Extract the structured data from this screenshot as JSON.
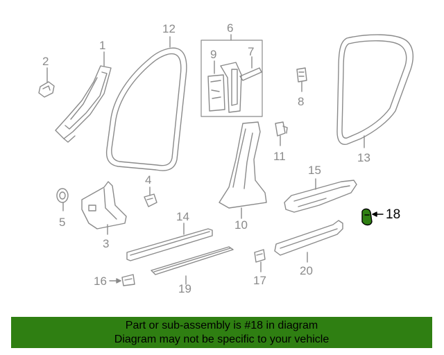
{
  "callouts": {
    "c1": "1",
    "c2": "2",
    "c3": "3",
    "c4": "4",
    "c5": "5",
    "c6": "6",
    "c7": "7",
    "c8": "8",
    "c9": "9",
    "c10": "10",
    "c11": "11",
    "c12": "12",
    "c13": "13",
    "c14": "14",
    "c15": "15",
    "c16": "16",
    "c17": "17",
    "c18": "18",
    "c19": "19",
    "c20": "20"
  },
  "highlighted_part": "18",
  "banner": {
    "line1": "Part or sub-assembly is #18 in diagram",
    "line2": "Diagram may not be specific to your vehicle"
  },
  "colors": {
    "line_art": "#8a8a8a",
    "highlight_part": "#2f7f12",
    "banner_background": "#2f7f12",
    "banner_text": "#000000"
  }
}
